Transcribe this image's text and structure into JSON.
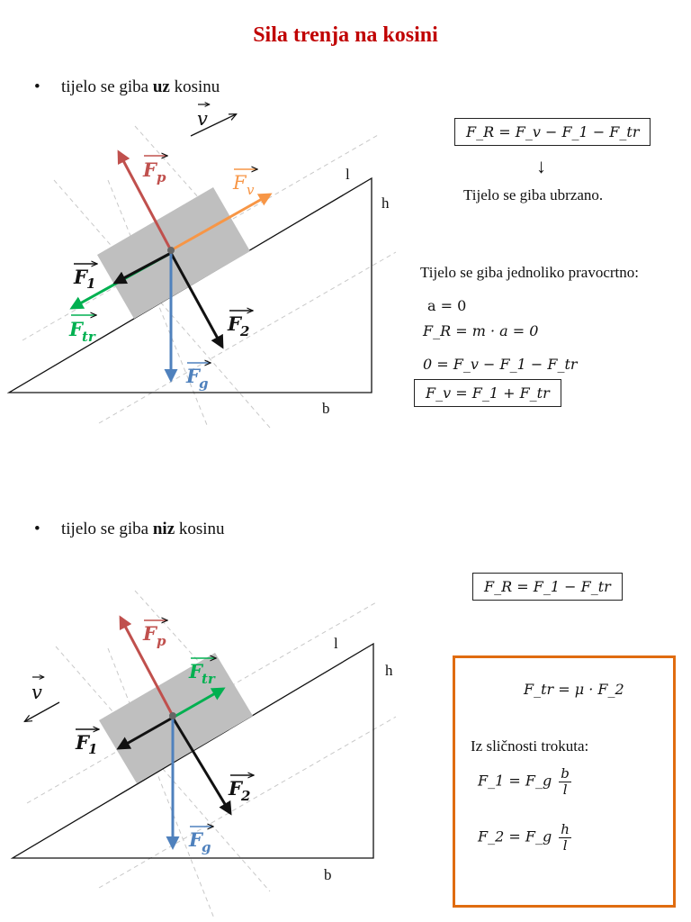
{
  "title": "Sila trenja na kosini",
  "section1": {
    "bullet_dot": "•",
    "bullet_pre": "tijelo se giba ",
    "bullet_bold": "uz",
    "bullet_post": " kosinu",
    "labels": {
      "v": "v",
      "Fp": "F",
      "Fp_sub": "p",
      "Fv": "F",
      "Fv_sub": "v",
      "F1": "F",
      "F1_sub": "1",
      "Ftr": "F",
      "Ftr_sub": "tr",
      "F2": "F",
      "F2_sub": "2",
      "Fg": "F",
      "Fg_sub": "g",
      "l": "l",
      "h": "h",
      "b": "b"
    },
    "eq_fr": "F_R = F_v − F_1 − F_tr",
    "down_arrow": "↓",
    "accel_text": "Tijelo se giba ubrzano.",
    "uniform_text": "Tijelo se giba jednoliko pravocrtno:",
    "eq_a": "a = 0",
    "eq_fr_ma": "F_R = m · a = 0",
    "eq_zero": "0 = F_v − F_1 − F_tr",
    "eq_fv": "F_v = F_1 + F_tr"
  },
  "section2": {
    "bullet_dot": "•",
    "bullet_pre": "tijelo se giba ",
    "bullet_bold": "niz",
    "bullet_post": " kosinu",
    "labels": {
      "v": "v",
      "Fp": "F",
      "Fp_sub": "p",
      "Ftr": "F",
      "Ftr_sub": "tr",
      "F1": "F",
      "F1_sub": "1",
      "F2": "F",
      "F2_sub": "2",
      "Fg": "F",
      "Fg_sub": "g",
      "l": "l",
      "h": "h",
      "b": "b"
    },
    "eq_fr": "F_R = F_1 − F_tr",
    "box": {
      "eq_ftr": "F_tr = μ · F_2",
      "similarity_text": "Iz sličnosti trokuta:",
      "eq_f1_lhs": "F_1 = F_g",
      "eq_f1_num": "b",
      "eq_f1_den": "l",
      "eq_f2_lhs": "F_2 = F_g",
      "eq_f2_num": "h",
      "eq_f2_den": "l"
    }
  },
  "colors": {
    "title": "#c00000",
    "Fp": "#c0504d",
    "Fv": "#f79646",
    "Ftr": "#00b050",
    "Fg": "#4f81bd",
    "black": "#111111",
    "block": "#bfbfbf",
    "guide": "#bfbfbf",
    "box_border": "#e06c10"
  }
}
